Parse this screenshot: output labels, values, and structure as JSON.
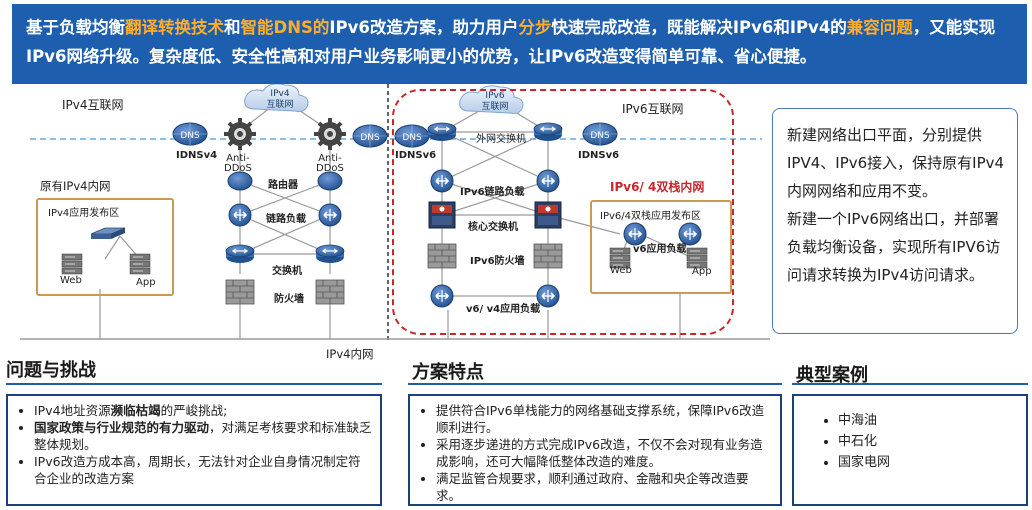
{
  "banner": {
    "p1": "基于负载均衡",
    "p2": "翻译转换技术",
    "p3": "和",
    "p4": "智能DNS的",
    "p5": "IPv6改造方案，助力用户",
    "p6": "分步",
    "p7": "快速完成改造，既能解决IPv6和IPv4的",
    "p8": "兼容问题",
    "p9": "，又能实现IPv6网络升级。复杂度低、安全性高和对用户业务影响更小的优势，让IPv6改造变得简单可靠、省心便捷。"
  },
  "diagram": {
    "ipv4_internet": "IPv4互联网",
    "ipv4_cloud": "IPv4\n互联网",
    "ipv4_cloud_l1": "IPv4",
    "ipv4_cloud_l2": "互联网",
    "ipv6_cloud_l1": "IPv6",
    "ipv6_cloud_l2": "互联网",
    "ipv6_internet": "IPv6互联网",
    "dns": "DNS",
    "idnsv4": "IDNSv4",
    "idnsv6": "IDNSv6",
    "anti_ddos": "Anti-\nDDoS",
    "anti": "Anti-",
    "ddos": "DDoS",
    "router": "路由器",
    "link_lb": "链路负载",
    "switch": "交换机",
    "firewall": "防火墙",
    "orig_intranet": "原有IPv4内网",
    "ipv4_app_zone": "IPv4应用发布区",
    "web": "Web",
    "app": "App",
    "ext_switch": "外网交换机",
    "ipv6_link_lb": "IPv6链路负载",
    "core_switch": "核心交换机",
    "ipv6_firewall": "IPv6防火墙",
    "v6v4_app_lb": "v6/ v4应用负载",
    "dual_stack": "IPv6/ 4双栈内网",
    "dual_app_zone": "IPv6/4双栈应用发布区",
    "v6_app_lb": "v6应用负载",
    "ipv4_intranet": "IPv4内网"
  },
  "note": {
    "text1": "新建网络出口平面，分别提供IPV4、IPv6接入，保持原有IPv4内网网络和应用不变。",
    "text2": "新建一个IPv6网络出口，并部署负载均衡设备，实现所有IPV6访问请求转换为IPv4访问请求。"
  },
  "problems": {
    "title": "问题与挑战",
    "i1_a": "IPv4地址资源",
    "i1_b": "濒临枯竭",
    "i1_c": "的严峻挑战;",
    "i2_a": "国家政策与行业规范的有力驱动",
    "i2_b": "，对满足考核要求和标准缺乏整体规划。",
    "i3": " IPv6改造方成本高，周期长，无法针对企业自身情况制定符合企业的改造方案"
  },
  "features": {
    "title": "方案特点",
    "items": [
      "提供符合IPv6单栈能力的网络基础支撑系统，保障IPv6改造顺利进行。",
      "采用逐步递进的方式完成IPv6改造，不仅不会对现有业务造成影响，还可大幅降低整体改造的难度。",
      "满足监管合规要求，顺利通过政府、金融和央企等改造要求。"
    ]
  },
  "cases": {
    "title": "典型案例",
    "items": [
      "中海油",
      "中石化",
      "国家电网"
    ]
  },
  "colors": {
    "banner_bg": "#1d5fae",
    "highlight": "#ffad2a",
    "red_zone": "#c6282c",
    "device_blue": "#2f63a8",
    "firewall_gray": "#8a8a8a"
  }
}
